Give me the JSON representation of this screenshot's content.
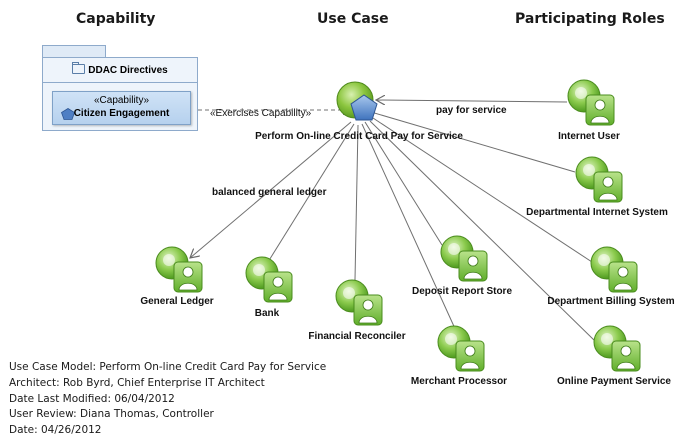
{
  "headers": {
    "capability": "Capability",
    "use_case": "Use Case",
    "participating_roles": "Participating Roles"
  },
  "package": {
    "name": "DDAC Directives",
    "capability_stereotype": "«Capability»",
    "capability_name": "Citizen Engagement"
  },
  "use_case": {
    "name": "Perform On-line Credit Card Pay for Service",
    "relation_label": "«Exercises Capability»"
  },
  "edge_labels": {
    "pay_for_service": "pay for service",
    "balanced_general_ledger": "balanced general ledger"
  },
  "roles": [
    {
      "id": "internet-user",
      "label": "Internet User"
    },
    {
      "id": "departmental-internet-system",
      "label": "Departmental Internet System"
    },
    {
      "id": "department-billing-system",
      "label": "Department Billing System"
    },
    {
      "id": "online-payment-service",
      "label": "Online Payment Service"
    },
    {
      "id": "deposit-report-store",
      "label": "Deposit Report Store"
    },
    {
      "id": "merchant-processor",
      "label": "Merchant Processor"
    },
    {
      "id": "financial-reconciler",
      "label": "Financial Reconciler"
    },
    {
      "id": "bank",
      "label": "Bank"
    },
    {
      "id": "general-ledger",
      "label": "General Ledger"
    }
  ],
  "metadata": [
    "Use Case Model: Perform On-line Credit Card Pay for Service",
    "Architect: Rob Byrd, Chief Enterprise IT Architect",
    "Date Last Modified: 06/04/2012",
    "User Review: Diana Thomas, Controller",
    "Date: 04/26/2012"
  ],
  "colors": {
    "use_case_green": "#8cc63f",
    "role_green": "#7cc242",
    "capability_blue": "#5b8fd0",
    "line": "#707070"
  }
}
